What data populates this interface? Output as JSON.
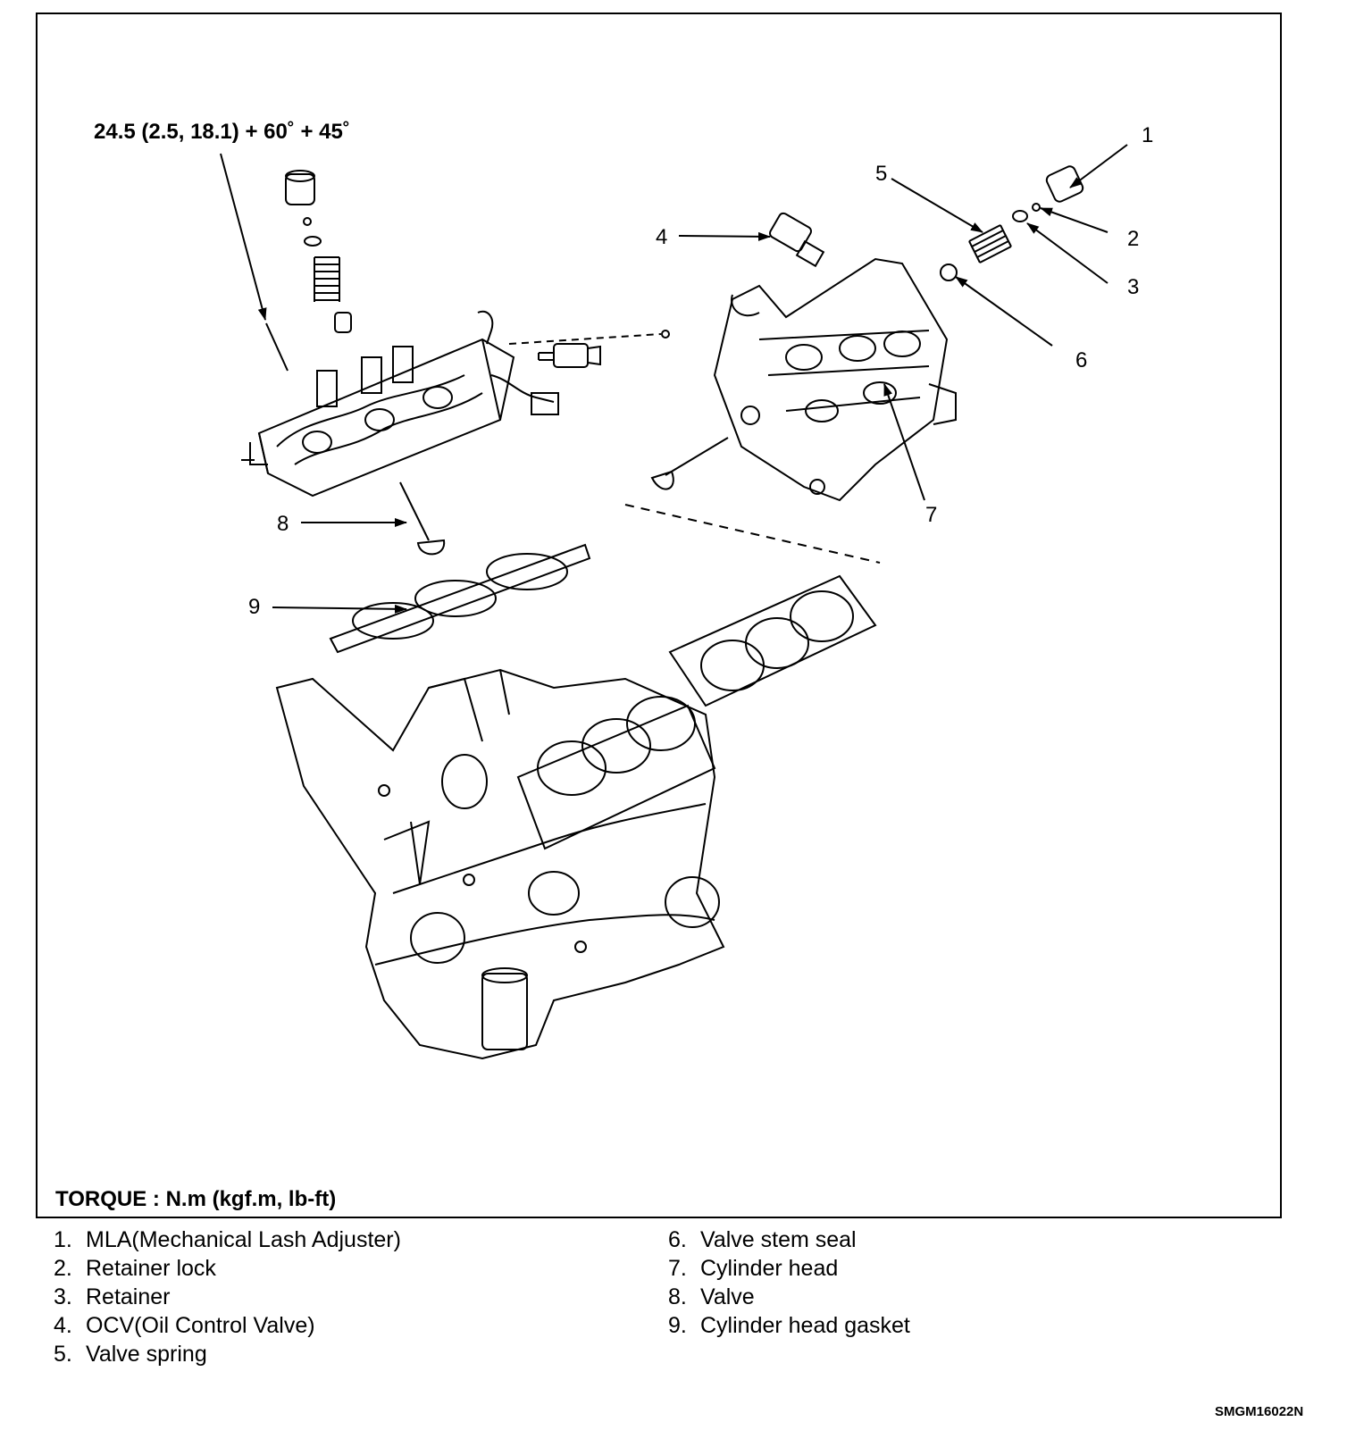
{
  "diagram": {
    "torque_spec": "24.5 (2.5, 18.1) + 60˚ + 45˚",
    "torque_units": "TORQUE : N.m (kgf.m, lb-ft)",
    "callouts": [
      "1",
      "2",
      "3",
      "4",
      "5",
      "6",
      "7",
      "8",
      "9"
    ],
    "figure_code": "SMGM16022N"
  },
  "legend": {
    "left": [
      {
        "num": "1.",
        "label": "MLA(Mechanical Lash Adjuster)"
      },
      {
        "num": "2.",
        "label": "Retainer lock"
      },
      {
        "num": "3.",
        "label": "Retainer"
      },
      {
        "num": "4.",
        "label": "OCV(Oil Control Valve)"
      },
      {
        "num": "5.",
        "label": "Valve spring"
      }
    ],
    "right": [
      {
        "num": "6.",
        "label": "Valve stem seal"
      },
      {
        "num": "7.",
        "label": "Cylinder head"
      },
      {
        "num": "8.",
        "label": "Valve"
      },
      {
        "num": "9.",
        "label": "Cylinder head gasket"
      }
    ]
  },
  "colors": {
    "ink": "#000000",
    "paper": "#ffffff"
  }
}
